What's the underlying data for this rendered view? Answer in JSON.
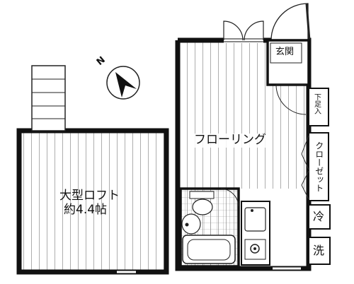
{
  "rooms": {
    "loft_name": "大型ロフト",
    "loft_size": "約4.4帖",
    "flooring": "フローリング",
    "entrance": "玄関",
    "shoe_box": "下足入",
    "closet": "クローゼット",
    "fridge": "冷",
    "washer": "洗"
  },
  "compass": {
    "label": "N"
  }
}
